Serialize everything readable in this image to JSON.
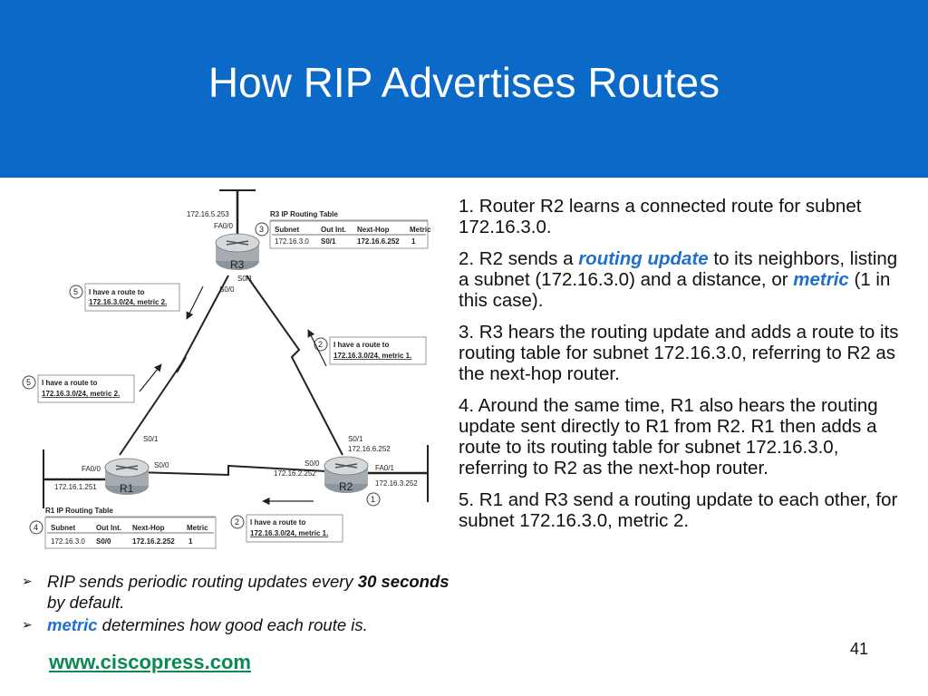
{
  "title": "How RIP Advertises Routes",
  "steps": [
    {
      "pre": "1. Router R2 learns a connected route for subnet 172.16.3.0.",
      "em1": "",
      "mid": "",
      "em2": "",
      "post": ""
    },
    {
      "pre": "2. R2 sends a ",
      "em1": "routing update",
      "mid": " to its neighbors, listing a subnet (172.16.3.0) and a distance, or ",
      "em2": "metric",
      "post": " (1 in this case)."
    },
    {
      "pre": "3. R3 hears the routing update and adds a route to its routing table for subnet 172.16.3.0, referring to R2 as the next-hop router.",
      "em1": "",
      "mid": "",
      "em2": "",
      "post": ""
    },
    {
      "pre": "4. Around the same time, R1 also hears the routing update sent directly to R1 from R2. R1 then adds a route to its routing table for subnet 172.16.3.0, referring to R2 as the next-hop router.",
      "em1": "",
      "mid": "",
      "em2": "",
      "post": ""
    },
    {
      "pre": "5. R1 and R3 send a routing update to each other, for subnet 172.16.3.0, metric 2.",
      "em1": "",
      "mid": "",
      "em2": "",
      "post": ""
    }
  ],
  "bullets": [
    {
      "mark": "➢",
      "pre": "RIP sends periodic routing updates every ",
      "em": "30 seconds",
      "post": " by default."
    },
    {
      "mark": "➢",
      "lead": "metric",
      "post": " determines how good each route is."
    }
  ],
  "url": "www.ciscopress.com",
  "page_number": "41",
  "colors": {
    "header": "#0b69c7",
    "highlight": "#1f6fd1",
    "url": "#0a8a52"
  },
  "diagram": {
    "routers": {
      "r1": "R1",
      "r2": "R2",
      "r3": "R3"
    },
    "interfaces": {
      "r3_fa": "FA0/0",
      "r3_ip": "172.16.5.253",
      "r3_s01": "S0/1",
      "r3_s00": "S0/0",
      "r1_fa": "FA0/0",
      "r1_ip": "172.16.1.251",
      "r1_s01": "S0/1",
      "r1_s00": "S0/0",
      "r2_s01": "S0/1",
      "r2_s01_ip": "172.16.6.252",
      "r2_s00": "S0/0",
      "r2_s00_ip": "172.16.2.252",
      "r2_fa": "FA0/1",
      "r2_fa_ip": "172.16.3.252"
    },
    "r3_table": {
      "title": "R3 IP Routing Table",
      "headers": [
        "Subnet",
        "Out Int.",
        "Next-Hop",
        "Metric"
      ],
      "row": [
        "172.16.3.0",
        "S0/1",
        "172.16.6.252",
        "1"
      ]
    },
    "r1_table": {
      "title": "R1 IP Routing Table",
      "headers": [
        "Subnet",
        "Out Int.",
        "Next-Hop",
        "Metric"
      ],
      "row": [
        "172.16.3.0",
        "S0/0",
        "172.16.2.252",
        "1"
      ]
    },
    "callouts": {
      "c5a_l1": "I have a route to",
      "c5a_l2": "172.16.3.0/24, metric 2.",
      "c5b_l1": "I have a route to",
      "c5b_l2": "172.16.3.0/24, metric 2.",
      "c2a_l1": "I have a route to",
      "c2a_l2": "172.16.3.0/24, metric 1.",
      "c2b_l1": "I have a route to",
      "c2b_l2": "172.16.3.0/24, metric 1."
    },
    "step_numbers": {
      "n1": "1",
      "n2a": "2",
      "n2b": "2",
      "n3": "3",
      "n4": "4",
      "n5a": "5",
      "n5b": "5"
    }
  }
}
